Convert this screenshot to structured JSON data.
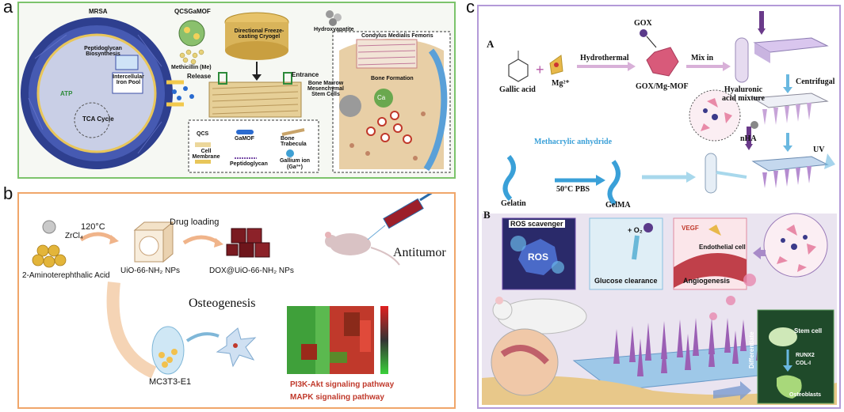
{
  "panel_labels": {
    "a": "a",
    "b": "b",
    "c": "c"
  },
  "panel_a": {
    "mrsa": "MRSA",
    "qcsgamof": "QCSGaMOF",
    "methicillin": "Methicillin (Me)",
    "cryogel": "Directional Freeze-casting Cryogel",
    "hydroxyapatite": "Hydroxyapatite",
    "peptidoglycan_bio": "Peptidoglycan Biosynthesis",
    "iron_pool": "Intercellular Iron Pool",
    "tca": "TCA Cycle",
    "atp": "ATP",
    "release": "Release",
    "entrance": "Entrance",
    "condylus": "Condylus Medialis Femoris",
    "bmsc": "Bone Marrow Mesenchymal Stem Cells",
    "bone_formation": "Bone Formation",
    "ca": "Ca",
    "legend": {
      "qcs": "QCS",
      "gamof": "GaMOF",
      "bone_trabecula": "Bone Trabecula",
      "cell_membrane": "Cell Membrane",
      "peptidoglycan": "Peptidoglycan",
      "gallium": "Gallium ion (Ga³⁺)"
    }
  },
  "panel_b": {
    "temp": "120°C",
    "zrcl": "ZrCl₄",
    "acid": "2-Aminoterephthalic Acid",
    "drug_loading": "Drug loading",
    "uio": "UiO-66-NH₂ NPs",
    "dox": "DOX@UiO-66-NH₂ NPs",
    "antitumor": "Antitumor",
    "osteogenesis": "Osteogenesis",
    "cell": "MC3T3-E1",
    "pathway1": "PI3K-Akt signaling pathway",
    "pathway2": "MAPK signaling pathway"
  },
  "panel_c": {
    "sub_a": "A",
    "sub_b": "B",
    "gox": "GOX",
    "gallic": "Gallic acid",
    "mg": "Mg²⁺",
    "hydrothermal": "Hydrothermal",
    "mix_in": "Mix in",
    "gox_mof": "GOX/Mg-MOF",
    "hyaluronic": "Hyaluronic acid mixture",
    "nha": "nHA",
    "centrifugal": "Centrifugal",
    "methacrylic": "Methacrylic anhydride",
    "gelatin": "Gelatin",
    "pbs": "50°C PBS",
    "gelma": "GelMA",
    "uv": "UV",
    "ros_scavenger": "ROS scavenger",
    "ros": "ROS",
    "o2": "+ O₂",
    "glucose": "Glucose clearance",
    "vegf": "VEGF",
    "endothelial": "Endothelial cell",
    "angiogenesis": "Angiogenesis",
    "stem_cell": "Stem cell",
    "differentiate": "Differentiate",
    "runx2": "RUNX2",
    "col1": "COL-I",
    "osteoblasts": "Osteoblasts"
  },
  "colors": {
    "panel_a_border": "#7cc36b",
    "panel_b_border": "#f0a66a",
    "panel_c_border": "#b39ad8",
    "pathway_text": "#c0392b",
    "gelatin_blue": "#3aa0d8",
    "microneedle": "#9b5fb4"
  }
}
